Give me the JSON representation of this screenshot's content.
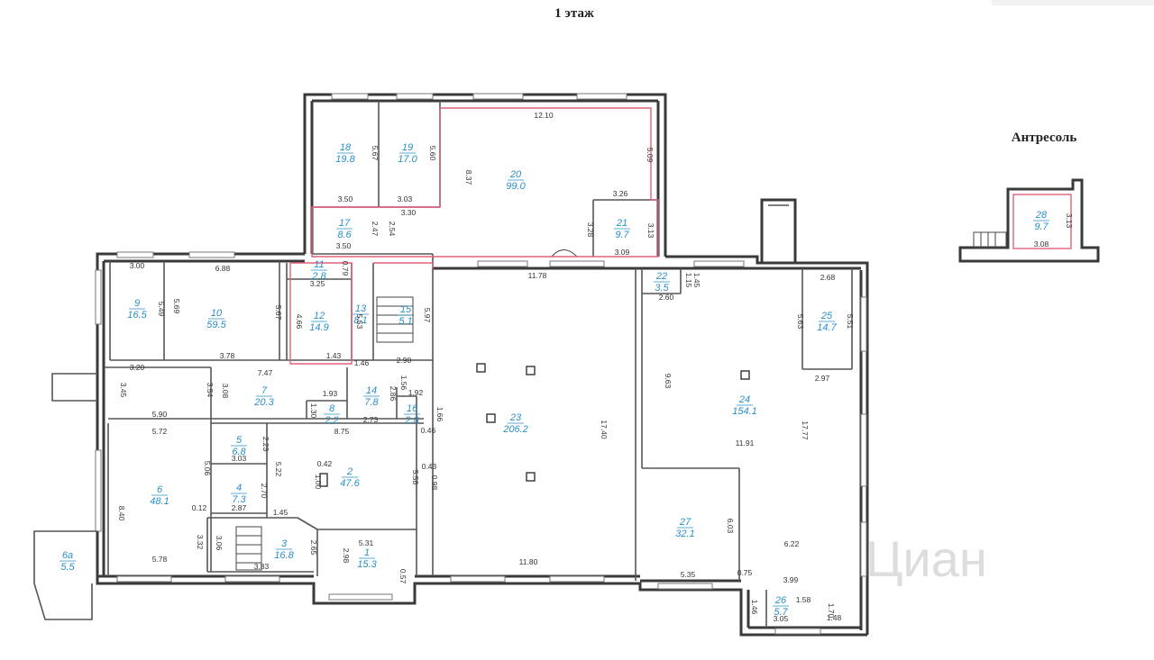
{
  "titles": {
    "floor": "1 этаж",
    "mezzanine": "Антресоль"
  },
  "watermark": "Циан",
  "rooms": [
    {
      "id": "r1",
      "num": "1",
      "area": "15.3"
    },
    {
      "id": "r2",
      "num": "2",
      "area": "47.6"
    },
    {
      "id": "r3",
      "num": "3",
      "area": "16.8"
    },
    {
      "id": "r4",
      "num": "4",
      "area": "7.3"
    },
    {
      "id": "r5",
      "num": "5",
      "area": "6.8"
    },
    {
      "id": "r6",
      "num": "6",
      "area": "48.1"
    },
    {
      "id": "r6a",
      "num": "6а",
      "area": "5.5"
    },
    {
      "id": "r7",
      "num": "7",
      "area": "20.3"
    },
    {
      "id": "r8",
      "num": "8",
      "area": "2.2"
    },
    {
      "id": "r9",
      "num": "9",
      "area": "16.5"
    },
    {
      "id": "r10",
      "num": "10",
      "area": "59.5"
    },
    {
      "id": "r11",
      "num": "11",
      "area": "2.8"
    },
    {
      "id": "r12",
      "num": "12",
      "area": "14.9"
    },
    {
      "id": "r13",
      "num": "13",
      "area": "8.1"
    },
    {
      "id": "r14",
      "num": "14",
      "area": "7.8"
    },
    {
      "id": "r15",
      "num": "15",
      "area": "5.1"
    },
    {
      "id": "r16",
      "num": "16",
      "area": "2.6"
    },
    {
      "id": "r17",
      "num": "17",
      "area": "8.6"
    },
    {
      "id": "r18",
      "num": "18",
      "area": "19.8"
    },
    {
      "id": "r19",
      "num": "19",
      "area": "17.0"
    },
    {
      "id": "r20",
      "num": "20",
      "area": "99.0"
    },
    {
      "id": "r21",
      "num": "21",
      "area": "9.7"
    },
    {
      "id": "r22",
      "num": "22",
      "area": "3.5"
    },
    {
      "id": "r23",
      "num": "23",
      "area": "206.2"
    },
    {
      "id": "r24",
      "num": "24",
      "area": "154.1"
    },
    {
      "id": "r25",
      "num": "25",
      "area": "14.7"
    },
    {
      "id": "r26",
      "num": "26",
      "area": "5.7"
    },
    {
      "id": "r27",
      "num": "27",
      "area": "32.1"
    },
    {
      "id": "r28",
      "num": "28",
      "area": "9.7"
    }
  ],
  "dimensions": [
    {
      "id": "d1",
      "text": "12.10"
    },
    {
      "id": "d2",
      "text": "5.09"
    },
    {
      "id": "d3",
      "text": "8.37"
    },
    {
      "id": "d4",
      "text": "3.26"
    },
    {
      "id": "d5",
      "text": "3.28"
    },
    {
      "id": "d6",
      "text": "3.13"
    },
    {
      "id": "d7",
      "text": "3.09"
    },
    {
      "id": "d8",
      "text": "5.67"
    },
    {
      "id": "d9",
      "text": "5.60"
    },
    {
      "id": "d10",
      "text": "3.50"
    },
    {
      "id": "d11",
      "text": "3.03"
    },
    {
      "id": "d12",
      "text": "3.30"
    },
    {
      "id": "d13",
      "text": "2.47"
    },
    {
      "id": "d14",
      "text": "2.54"
    },
    {
      "id": "d15",
      "text": "3.50"
    },
    {
      "id": "d16",
      "text": "11.78"
    },
    {
      "id": "d17",
      "text": "3.00"
    },
    {
      "id": "d18",
      "text": "6.88"
    },
    {
      "id": "d19",
      "text": "5.49"
    },
    {
      "id": "d20",
      "text": "5.69"
    },
    {
      "id": "d21",
      "text": "5.67"
    },
    {
      "id": "d22",
      "text": "3.78"
    },
    {
      "id": "d23",
      "text": "3.20"
    },
    {
      "id": "d24",
      "text": "3.25"
    },
    {
      "id": "d25",
      "text": "0.79"
    },
    {
      "id": "d26",
      "text": "4.66"
    },
    {
      "id": "d27",
      "text": "5.53"
    },
    {
      "id": "d28",
      "text": "5.97"
    },
    {
      "id": "d29",
      "text": "1.43"
    },
    {
      "id": "d30",
      "text": "1.46"
    },
    {
      "id": "d31",
      "text": "2.90"
    },
    {
      "id": "d32",
      "text": "3.45"
    },
    {
      "id": "d33",
      "text": "3.54"
    },
    {
      "id": "d34",
      "text": "3.08"
    },
    {
      "id": "d35",
      "text": "7.47"
    },
    {
      "id": "d36",
      "text": "1.93"
    },
    {
      "id": "d37",
      "text": "1.30"
    },
    {
      "id": "d38",
      "text": "2.86"
    },
    {
      "id": "d39",
      "text": "1.56"
    },
    {
      "id": "d40",
      "text": "1.92"
    },
    {
      "id": "d41",
      "text": "1.66"
    },
    {
      "id": "d42",
      "text": "2.73"
    },
    {
      "id": "d43",
      "text": "5.90"
    },
    {
      "id": "d44",
      "text": "5.72"
    },
    {
      "id": "d45",
      "text": "8.75"
    },
    {
      "id": "d46",
      "text": "0.46"
    },
    {
      "id": "d47",
      "text": "2.23"
    },
    {
      "id": "d48",
      "text": "3.03"
    },
    {
      "id": "d49",
      "text": "5.06"
    },
    {
      "id": "d50",
      "text": "5.22"
    },
    {
      "id": "d51",
      "text": "0.42"
    },
    {
      "id": "d52",
      "text": "1.00"
    },
    {
      "id": "d53",
      "text": "0.43"
    },
    {
      "id": "d54",
      "text": "5.58"
    },
    {
      "id": "d55",
      "text": "0.98"
    },
    {
      "id": "d56",
      "text": "2.70"
    },
    {
      "id": "d57",
      "text": "8.40"
    },
    {
      "id": "d58",
      "text": "0.12"
    },
    {
      "id": "d59",
      "text": "2.87"
    },
    {
      "id": "d60",
      "text": "1.45"
    },
    {
      "id": "d61",
      "text": "3.32"
    },
    {
      "id": "d62",
      "text": "3.06"
    },
    {
      "id": "d63",
      "text": "2.65"
    },
    {
      "id": "d64",
      "text": "5.31"
    },
    {
      "id": "d65",
      "text": "2.98"
    },
    {
      "id": "d66",
      "text": "5.78"
    },
    {
      "id": "d67",
      "text": "3.83"
    },
    {
      "id": "d68",
      "text": "0.57"
    },
    {
      "id": "d69",
      "text": "11.80"
    },
    {
      "id": "d70",
      "text": "17.40"
    },
    {
      "id": "d71",
      "text": "2.60"
    },
    {
      "id": "d72",
      "text": "1.15"
    },
    {
      "id": "d73",
      "text": "1.45"
    },
    {
      "id": "d74",
      "text": "2.68"
    },
    {
      "id": "d75",
      "text": "5.63"
    },
    {
      "id": "d76",
      "text": "5.51"
    },
    {
      "id": "d77",
      "text": "2.97"
    },
    {
      "id": "d78",
      "text": "9.63"
    },
    {
      "id": "d79",
      "text": "11.91"
    },
    {
      "id": "d80",
      "text": "17.77"
    },
    {
      "id": "d81",
      "text": "6.03"
    },
    {
      "id": "d82",
      "text": "6.22"
    },
    {
      "id": "d83",
      "text": "0.75"
    },
    {
      "id": "d84",
      "text": "5.35"
    },
    {
      "id": "d85",
      "text": "3.99"
    },
    {
      "id": "d86",
      "text": "1.46"
    },
    {
      "id": "d87",
      "text": "1.58"
    },
    {
      "id": "d88",
      "text": "3.05"
    },
    {
      "id": "d89",
      "text": "1.70"
    },
    {
      "id": "d90",
      "text": "1.48"
    },
    {
      "id": "d91",
      "text": "3.13"
    },
    {
      "id": "d92",
      "text": "3.08"
    }
  ]
}
